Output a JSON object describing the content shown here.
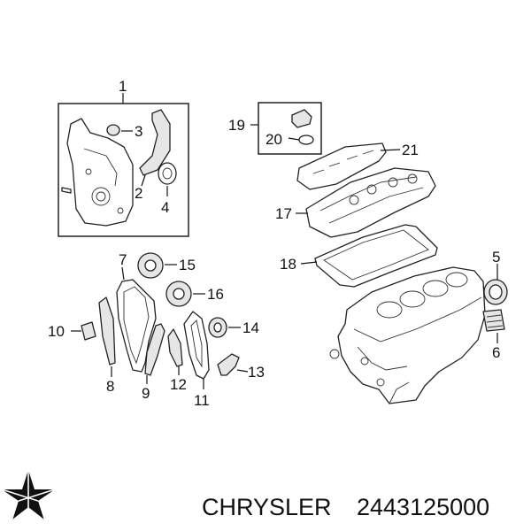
{
  "callouts": {
    "c1": "1",
    "c2": "2",
    "c3": "3",
    "c4": "4",
    "c5": "5",
    "c6": "6",
    "c7": "7",
    "c8": "8",
    "c9": "9",
    "c10": "10",
    "c11": "11",
    "c12": "12",
    "c13": "13",
    "c14": "14",
    "c15": "15",
    "c16": "16",
    "c17": "17",
    "c18": "18",
    "c19": "19",
    "c20": "20",
    "c21": "21"
  },
  "footer": {
    "brand": "CHRYSLER",
    "part_number": "2443125000"
  },
  "logo": {
    "icon": "chrysler-pentastar-logo",
    "color": "#111111"
  }
}
